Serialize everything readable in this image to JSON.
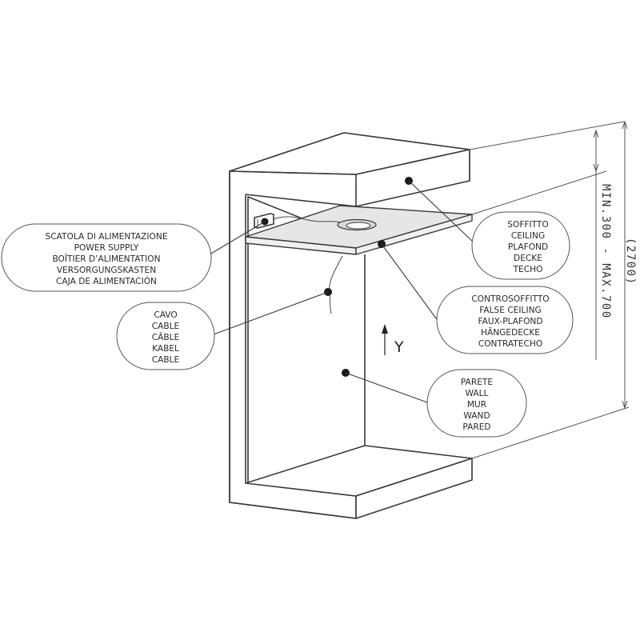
{
  "diagram": {
    "title": "False ceiling installation diagram",
    "labels": {
      "power_supply": [
        "SCATOLA DI ALIMENTAZIONE",
        "POWER SUPPLY",
        "BOÎTIER D’ALIMENTATION",
        "VERSORGUNGSKASTEN",
        "CAJA DE ALIMENTACIÓN"
      ],
      "cable": [
        "CAVO",
        "CABLE",
        "CÂBLE",
        "KABEL",
        "CABLE"
      ],
      "ceiling": [
        "SOFFITTO",
        "CEILING",
        "PLAFOND",
        "DECKE",
        "TECHO"
      ],
      "false_ceiling": [
        "CONTROSOFFITTO",
        "FALSE CEILING",
        "FAUX-PLAFOND",
        "HÄNGEDECKE",
        "CONTRATECHO"
      ],
      "wall": [
        "PARETE",
        "WALL",
        "MUR",
        "WAND",
        "PARED"
      ]
    },
    "dimensions": {
      "gap": "MIN.300 - MAX.700",
      "total_height": "(2700)"
    },
    "axis": {
      "label": "Y",
      "direction": "up"
    }
  }
}
